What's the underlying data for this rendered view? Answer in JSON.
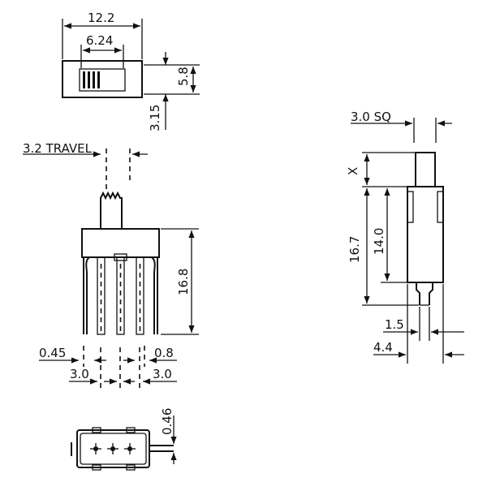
{
  "dimensions": {
    "top_width": "12.2",
    "slot_width": "6.24",
    "top_height": "5.8",
    "actuator_height": "3.15",
    "travel": "3.2 TRAVEL",
    "pin_length": "16.8",
    "pin_width": "0.45",
    "pin_width_right": "0.8",
    "pitch_left": "3.0",
    "pitch_right": "3.0",
    "bottom_pin": "0.46",
    "square": "3.0 SQ",
    "x_label": "X",
    "overall_height": "16.7",
    "body_height": "14.0",
    "lead_width": "1.5",
    "body_depth": "4.4"
  }
}
